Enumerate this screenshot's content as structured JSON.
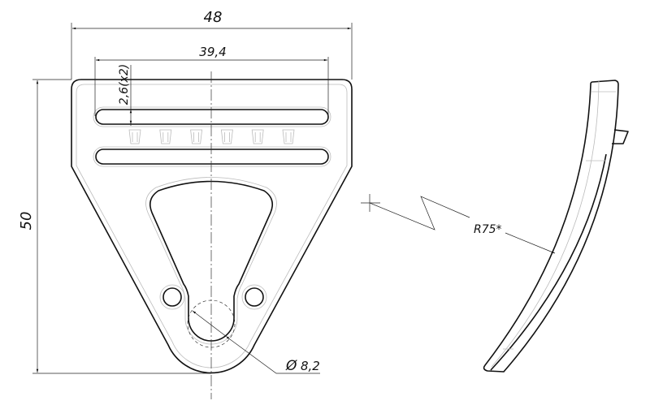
{
  "drawing": {
    "front_view": {
      "dimensions": {
        "overall_width": "48",
        "slot_length": "39,4",
        "slot_width": "2,6(x2)",
        "overall_height": "50",
        "hole_diameter": "8,2",
        "diameter_symbol": "Ø"
      },
      "tab_count": 6
    },
    "side_view": {
      "dimensions": {
        "radius": "R75*"
      }
    }
  }
}
